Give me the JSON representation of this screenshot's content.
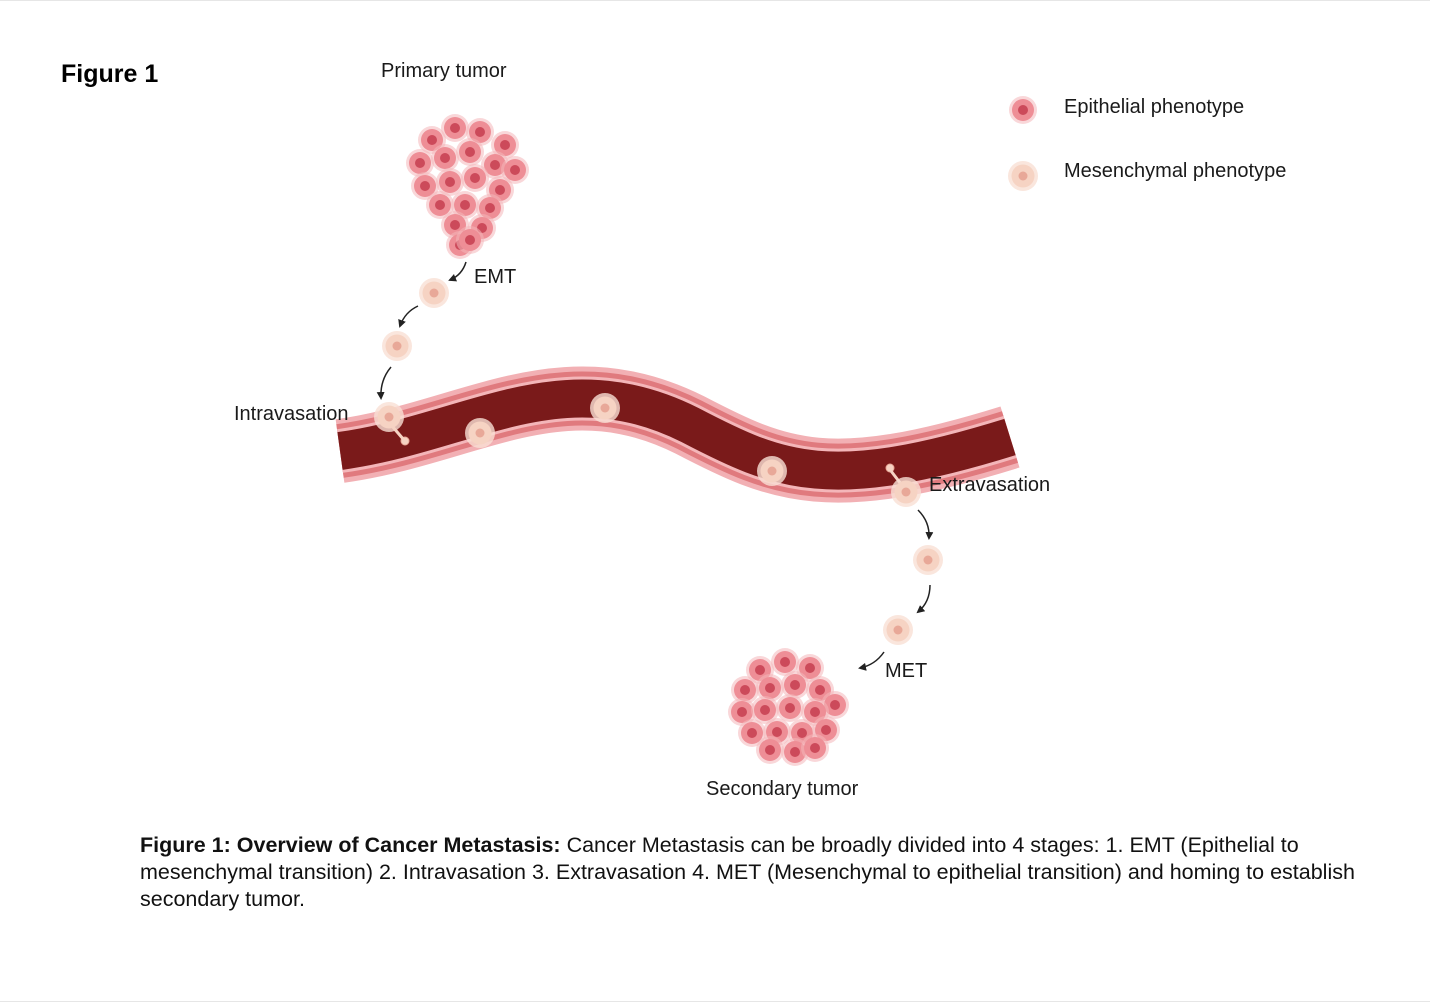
{
  "figure_label": "Figure 1",
  "labels": {
    "primary_tumor": "Primary tumor",
    "emt": "EMT",
    "intravasation": "Intravasation",
    "extravasation": "Extravasation",
    "met": "MET",
    "secondary_tumor": "Secondary tumor"
  },
  "legend": [
    {
      "label": "Epithelial phenotype",
      "icon": "epithelial-cell-icon"
    },
    {
      "label": "Mesenchymal phenotype",
      "icon": "mesenchymal-cell-icon"
    }
  ],
  "caption": {
    "title": "Figure 1: Overview of Cancer Metastasis:",
    "text": " Cancer Metastasis can be broadly divided into 4 stages: 1. EMT (Epithelial to mesenchymal transition) 2. Intravasation 3. Extravasation 4. MET (Mesenchymal to epithelial transition) and homing to establish secondary tumor."
  },
  "colors": {
    "vessel_dark": "#7a1a1a",
    "vessel_wall": "#e07a7e",
    "epithelial_cell": "#ee8e96",
    "epithelial_nucleus": "#cc4a5a",
    "mesenchymal_cell": "#f6d3c3",
    "mesenchymal_nucleus": "#e8a898"
  }
}
